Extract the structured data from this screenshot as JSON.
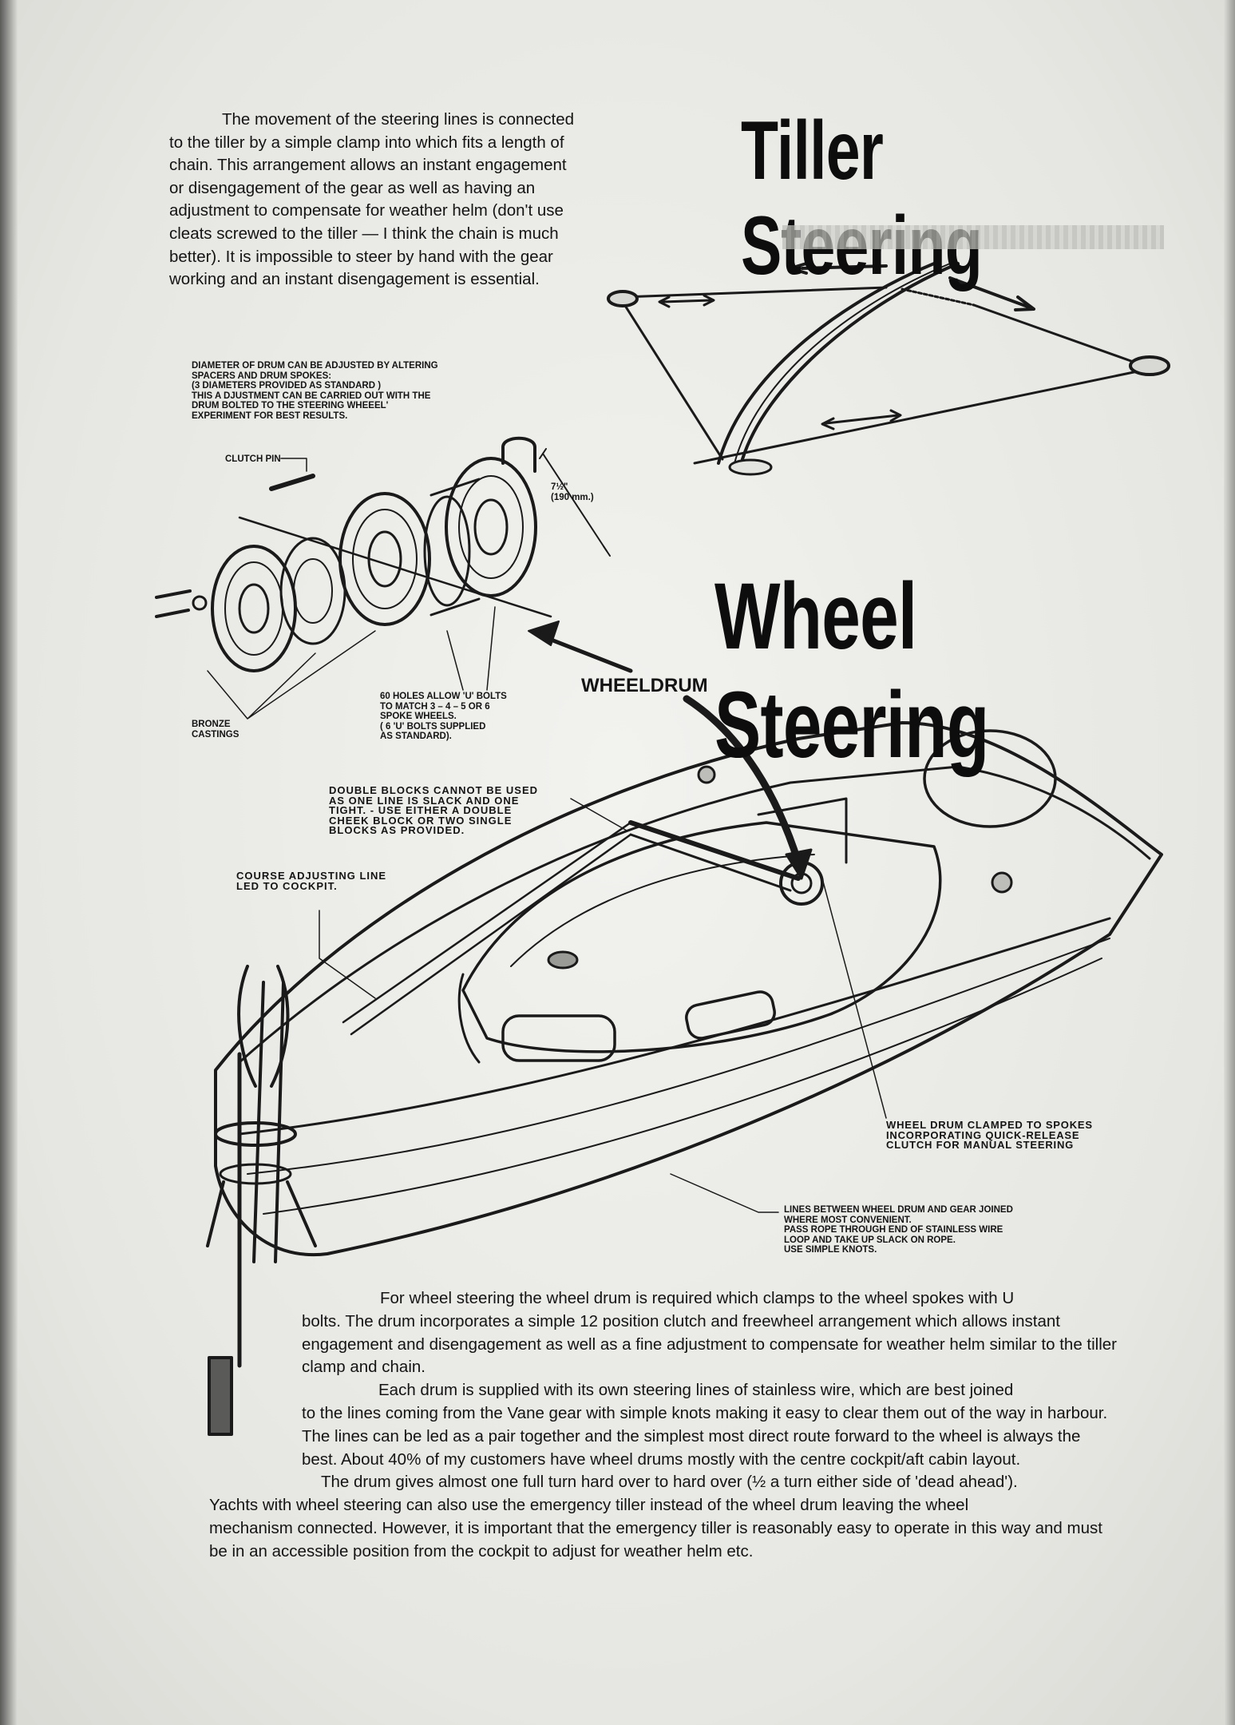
{
  "headings": {
    "tiller": "Tiller Steering",
    "wheel": "Wheel Steering"
  },
  "intro_text": "The movement of the steering lines is connected to the tiller by a simple clamp into which fits a length of chain.  This arrangement allows an instant engagement or disengagement of the gear as well as having an adjustment to compensate for weather helm (don't use cleats screwed to the tiller — I think the chain is much better).  It is impossible to steer by hand with the gear working and an instant disengagement is essential.",
  "labels": {
    "wheeldrum": "WHEELDRUM",
    "diameter_note": "DIAMETER OF DRUM CAN BE ADJUSTED BY ALTERING\nSPACERS AND DRUM SPOKES:\n(3  DIAMETERS PROVIDED AS STANDARD )\nTHIS A DJUSTMENT CAN BE CARRIED OUT WITH THE\nDRUM BOLTED  TO THE  STEERING WHEEEL'\nEXPERIMENT FOR  BEST RESULTS.",
    "clutch_pin": "CLUTCH PIN",
    "dimension": "7½\"\n(190 mm.)",
    "bronze_castings": "BRONZE\nCASTINGS",
    "holes_note": "60  HOLES ALLOW  'U' BOLTS\nTO MATCH  3  –  4  –  5 OR  6\nSPOKE WHEELS.\n( 6  'U'  BOLTS  SUPPLIED\n        AS STANDARD).",
    "double_blocks_note": "DOUBLE BLOCKS CANNOT BE USED\nAS ONE LINE IS SLACK AND ONE\nTIGHT. - USE EITHER A DOUBLE\nCHEEK BLOCK OR TWO SINGLE\nBLOCKS AS PROVIDED.",
    "course_line_note": "COURSE  ADJUSTING  LINE\nLED TO COCKPIT.",
    "wheel_drum_clamped_note": "WHEEL  DRUM CLAMPED TO SPOKES\nINCORPORATING QUICK-RELEASE\nCLUTCH FOR MANUAL STEERING",
    "lines_note": "LINES  BETWEEN  WHEEL  DRUM  AND  GEAR  JOINED\nWHERE MOST CONVENIENT.\nPASS  ROPE  THROUGH  END  OF  STAINLESS  WIRE\nLOOP  AND  TAKE  UP  SLACK  ON  ROPE.\nUSE  SIMPLE  KNOTS."
  },
  "body_paragraphs": {
    "p1_first": "For wheel steering the wheel drum is required which clamps to the wheel spokes with U",
    "p1_rest": "bolts.  The drum incorporates a simple 12 position clutch and freewheel arrangement which allows instant engagement and disengagement as well as a fine adjustment to compensate for weather helm similar to the tiller clamp and chain.",
    "p2_first": "Each drum is supplied with its own steering lines of stainless wire, which are best joined",
    "p2_rest": "to the lines coming from the Vane gear with simple knots making it easy to clear them out of the way in harbour.  The lines can be led as a pair together and the simplest most direct route forward to the wheel is always the best.  About 40% of my customers have wheel drums mostly with the centre cockpit/aft cabin layout.",
    "p3": "The drum gives almost one full turn hard over to hard over (½ a turn either side of 'dead ahead').",
    "p4_first": "Yachts with wheel steering can also use the emergency tiller instead of the wheel drum leaving the wheel",
    "p4_rest": "mechanism connected.  However, it is important that the emergency tiller is reasonably easy to operate in this way and must be in an accessible position from the cockpit to adjust for weather helm etc."
  }
}
